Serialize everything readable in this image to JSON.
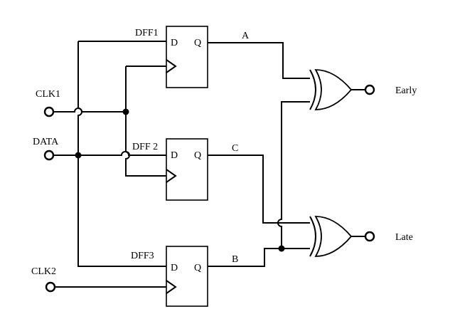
{
  "flipflops": {
    "dff1": {
      "name": "DFF1",
      "d": "D",
      "q": "Q"
    },
    "dff2": {
      "name": "DFF 2",
      "d": "D",
      "q": "Q"
    },
    "dff3": {
      "name": "DFF3",
      "d": "D",
      "q": "Q"
    }
  },
  "signals": {
    "a": "A",
    "b": "B",
    "c": "C"
  },
  "inputs": {
    "clk1": "CLK1",
    "data": "DATA",
    "clk2": "CLK2"
  },
  "outputs": {
    "early": "Early",
    "late": "Late"
  }
}
